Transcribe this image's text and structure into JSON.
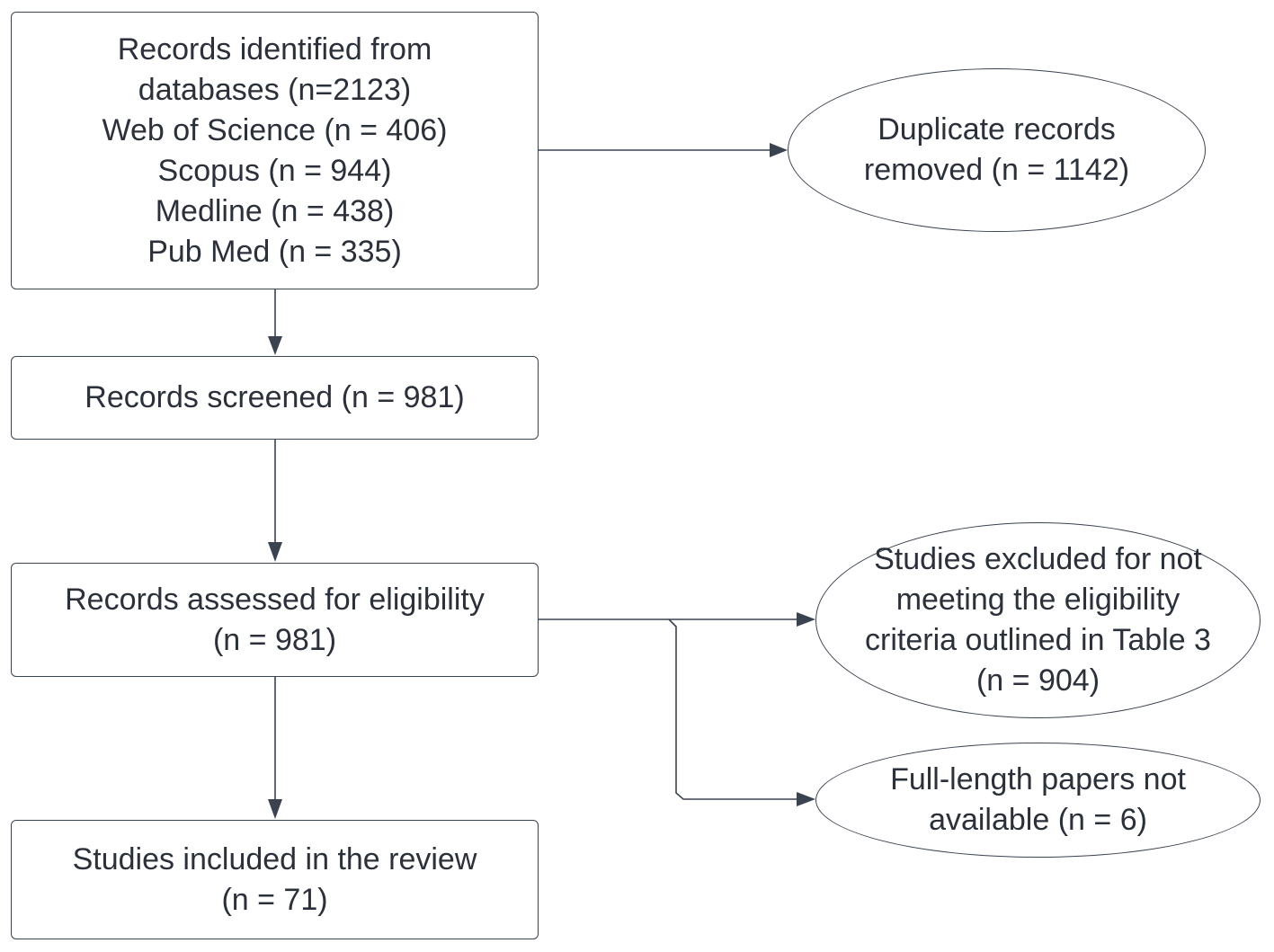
{
  "identification": {
    "lines": [
      "Records identified from",
      "databases (n=2123)",
      "Web of Science (n = 406)",
      "Scopus (n = 944)",
      "Medline (n = 438)",
      "Pub Med (n = 335)"
    ]
  },
  "duplicates": {
    "lines": [
      "Duplicate records",
      "removed (n = 1142)"
    ]
  },
  "screened": {
    "lines": [
      "Records screened (n = 981)"
    ]
  },
  "eligibility": {
    "lines": [
      "Records assessed for eligibility",
      "(n = 981)"
    ]
  },
  "excluded": {
    "lines": [
      "Studies excluded for not",
      "meeting the eligibility",
      "criteria outlined in Table 3",
      "(n = 904)"
    ]
  },
  "not_available": {
    "lines": [
      "Full-length papers not",
      "available (n = 6)"
    ]
  },
  "included": {
    "lines": [
      "Studies included in the review",
      "(n = 71)"
    ]
  }
}
